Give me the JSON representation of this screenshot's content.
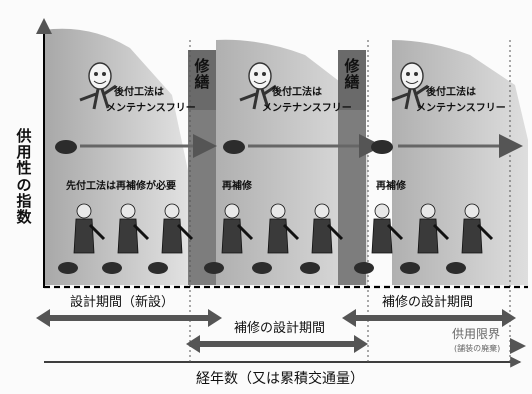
{
  "figure": {
    "y_axis_label": [
      "供",
      "用",
      "性",
      "の",
      "指",
      "数"
    ],
    "x_axis_label": "経年数（又は累積交通量）",
    "repair_label": [
      "修",
      "繕"
    ],
    "after_method_caption": [
      "後付工法は",
      "メンテナンスフリー"
    ],
    "pre_method_caption": "先付工法は再補修が必要",
    "rerepair_label": "再補修",
    "periods": {
      "design_new": "設計期間（新設）",
      "repair_design": "補修の設計期間",
      "repair_design_2": "補修の設計期間",
      "service_limit": "供用限界",
      "service_limit_note": "(舗装の廃棄)"
    }
  }
}
